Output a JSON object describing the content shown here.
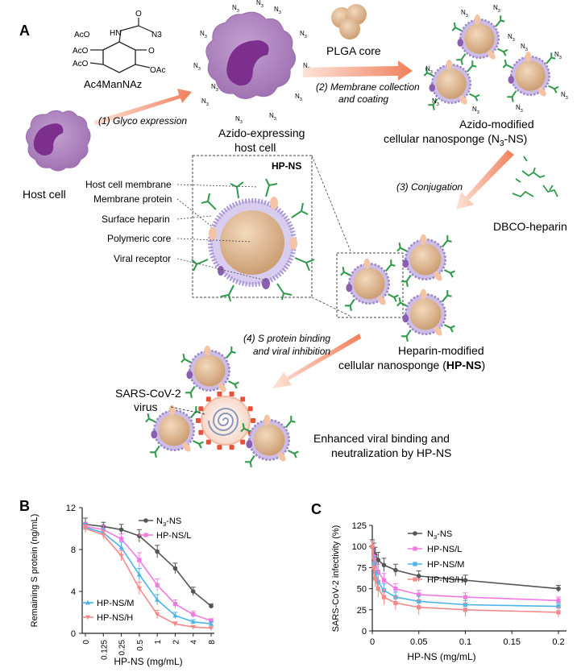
{
  "colors": {
    "cell_fill": "#a57cb6",
    "cell_edge": "#8e62a3",
    "nucleus": "#7d2f8e",
    "membrane": "#b9a8d8",
    "core": "#ddb58f",
    "heparin": "#2f9a4a",
    "arrow": "#f08e6a",
    "n3ns": "#555555",
    "hpnsl": "#f07ae0",
    "hpnsm": "#4bb4ea",
    "hpnsh": "#f28a8a"
  },
  "panel_a": {
    "label": "A",
    "chem_label": "Ac4ManNAz",
    "chem_atoms": {
      "n3": "N3",
      "hn": "HN",
      "o": "O",
      "aco1": "AcO",
      "aco2": "AcO",
      "aco3": "AcO",
      "oac": "OAc"
    },
    "plga_core": "PLGA core",
    "azide": "N3",
    "host_cell": "Host cell",
    "step1": "(1) Glyco expression",
    "azido_cell": [
      "Azido-expressing",
      "host cell"
    ],
    "step2": [
      "(2) Membrane collection",
      "and coating"
    ],
    "n3ns_label": [
      "Azido-modified",
      "cellular nanosponge (N3-NS)"
    ],
    "step3": "(3) Conjugation",
    "dbco_heparin": "DBCO-heparin",
    "hpns_title": "HP-NS",
    "callouts": [
      "Host cell membrane",
      "Membrane protein",
      "Surface heparin",
      "Polymeric core",
      "Viral receptor"
    ],
    "step4": [
      "(4) S protein binding",
      "and viral inhibition"
    ],
    "hpns_label": [
      "Heparin-modified",
      "cellular nanosponge (",
      "HP-NS",
      ")"
    ],
    "virus_label": [
      "SARS-CoV-2",
      "virus"
    ],
    "enhanced": [
      "Enhanced viral binding and",
      "neutralization by HP-NS"
    ]
  },
  "chart_data": [
    {
      "panel": "B",
      "type": "line",
      "categories": [
        "0",
        "0.125",
        "0.25",
        "0.5",
        "1",
        "2",
        "4",
        "8"
      ],
      "xlabel": "HP-NS (mg/mL)",
      "ylabel": "Remaining S protein (ng/mL)",
      "ylim": [
        0,
        12
      ],
      "yticks": [
        0,
        4,
        8,
        12
      ],
      "legend_top": [
        "N3-NS",
        "HP-NS/L"
      ],
      "legend_bottom": [
        "HP-NS/M",
        "HP-NS/H"
      ],
      "series": [
        {
          "name": "N3-NS",
          "values": [
            10.4,
            10.2,
            9.9,
            9.3,
            7.8,
            6.2,
            4.0,
            2.6
          ],
          "err": [
            0.6,
            0.4,
            0.5,
            0.6,
            0.6,
            0.5,
            0.4,
            0.2
          ]
        },
        {
          "name": "HP-NS/L",
          "values": [
            10.2,
            9.9,
            9.0,
            7.0,
            4.6,
            2.8,
            1.8,
            1.2
          ],
          "err": [
            0.4,
            0.4,
            0.5,
            0.7,
            0.6,
            0.4,
            0.3,
            0.2
          ]
        },
        {
          "name": "HP-NS/M",
          "values": [
            10.1,
            9.6,
            8.2,
            5.6,
            3.2,
            1.7,
            1.1,
            0.9
          ],
          "err": [
            0.4,
            0.4,
            0.5,
            0.6,
            0.5,
            0.3,
            0.2,
            0.2
          ]
        },
        {
          "name": "HP-NS/H",
          "values": [
            10.0,
            9.4,
            7.4,
            4.3,
            1.8,
            0.9,
            0.6,
            0.5
          ],
          "err": [
            0.4,
            0.4,
            0.5,
            0.6,
            0.4,
            0.2,
            0.1,
            0.1
          ]
        }
      ]
    },
    {
      "panel": "C",
      "type": "line",
      "xlabel": "HP-NS (mg/mL)",
      "ylabel": "SARS-CoV-2 infectivity (%)",
      "xlim": [
        0,
        0.2
      ],
      "xticks": [
        0,
        0.05,
        0.1,
        0.15,
        0.2
      ],
      "xtick_labels": [
        "0",
        "0.05",
        "0.1",
        "0.15",
        "0.2"
      ],
      "ylim": [
        0,
        125
      ],
      "yticks": [
        0,
        25,
        50,
        75,
        100,
        125
      ],
      "x": [
        0,
        0.0016,
        0.0031,
        0.0063,
        0.0125,
        0.025,
        0.05,
        0.1,
        0.2
      ],
      "legend": [
        "N3-NS",
        "HP-NS/L",
        "HP-NS/M",
        "HP-NS/H"
      ],
      "series": [
        {
          "name": "N3-NS",
          "values": [
            100,
            96,
            90,
            84,
            78,
            72,
            65,
            60,
            50
          ],
          "err": [
            8,
            8,
            9,
            9,
            8,
            7,
            6,
            6,
            4
          ]
        },
        {
          "name": "HP-NS/L",
          "values": [
            100,
            88,
            80,
            70,
            60,
            50,
            43,
            40,
            36
          ],
          "err": [
            6,
            8,
            9,
            9,
            8,
            6,
            5,
            5,
            4
          ]
        },
        {
          "name": "HP-NS/M",
          "values": [
            100,
            80,
            70,
            58,
            48,
            40,
            35,
            31,
            29
          ],
          "err": [
            6,
            8,
            9,
            9,
            8,
            6,
            6,
            5,
            4
          ]
        },
        {
          "name": "HP-NS/H",
          "values": [
            100,
            75,
            62,
            50,
            40,
            33,
            28,
            25,
            22
          ],
          "err": [
            6,
            10,
            10,
            10,
            9,
            8,
            9,
            8,
            6
          ]
        }
      ]
    }
  ]
}
